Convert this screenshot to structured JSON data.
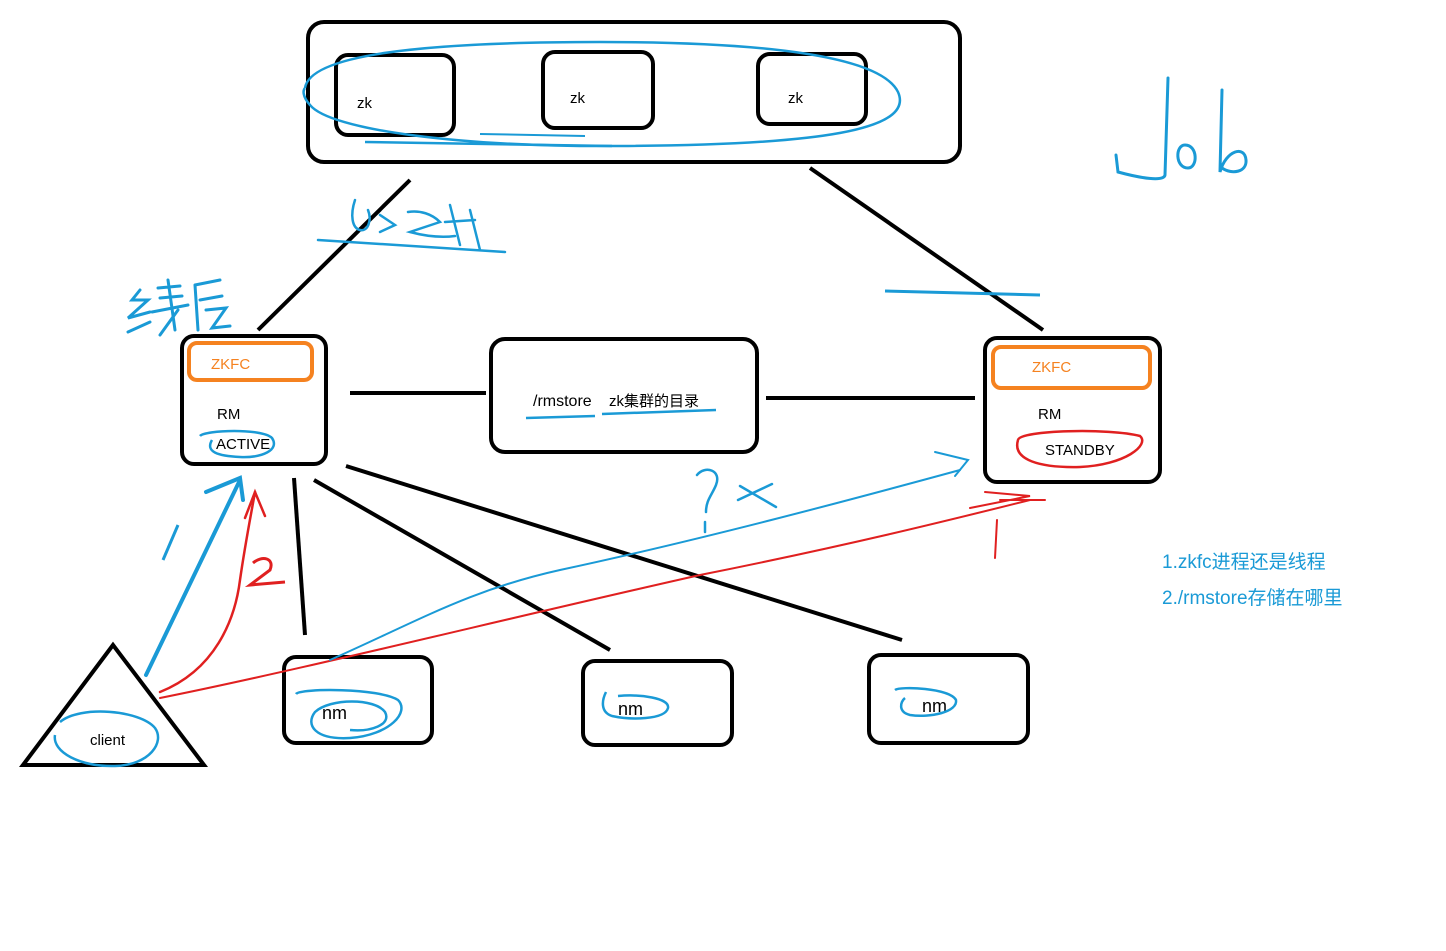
{
  "zk_cluster": {
    "nodes": [
      "zk",
      "zk",
      "zk"
    ]
  },
  "rm_active": {
    "zkfc": "ZKFC",
    "rm": "RM",
    "state": "ACTIVE"
  },
  "rm_standby": {
    "zkfc": "ZKFC",
    "rm": "RM",
    "state": "STANDBY"
  },
  "rmstore": {
    "path": "/rmstore",
    "desc": "zk集群的目录"
  },
  "node_managers": [
    "nm",
    "nm",
    "nm"
  ],
  "client": "client",
  "questions": [
    "1.zkfc进程还是线程",
    "2./rmstore存储在哪里"
  ],
  "colors": {
    "box": "#000000",
    "annotation_blue": "#1a9ad6",
    "annotation_red": "#e02020",
    "zkfc_orange": "#f58220",
    "question_text": "#1a9ad6"
  },
  "icons": [
    "handwritten-job-scribble",
    "handwritten-thread-scribble",
    "handwritten-heartbeat-scribble"
  ]
}
